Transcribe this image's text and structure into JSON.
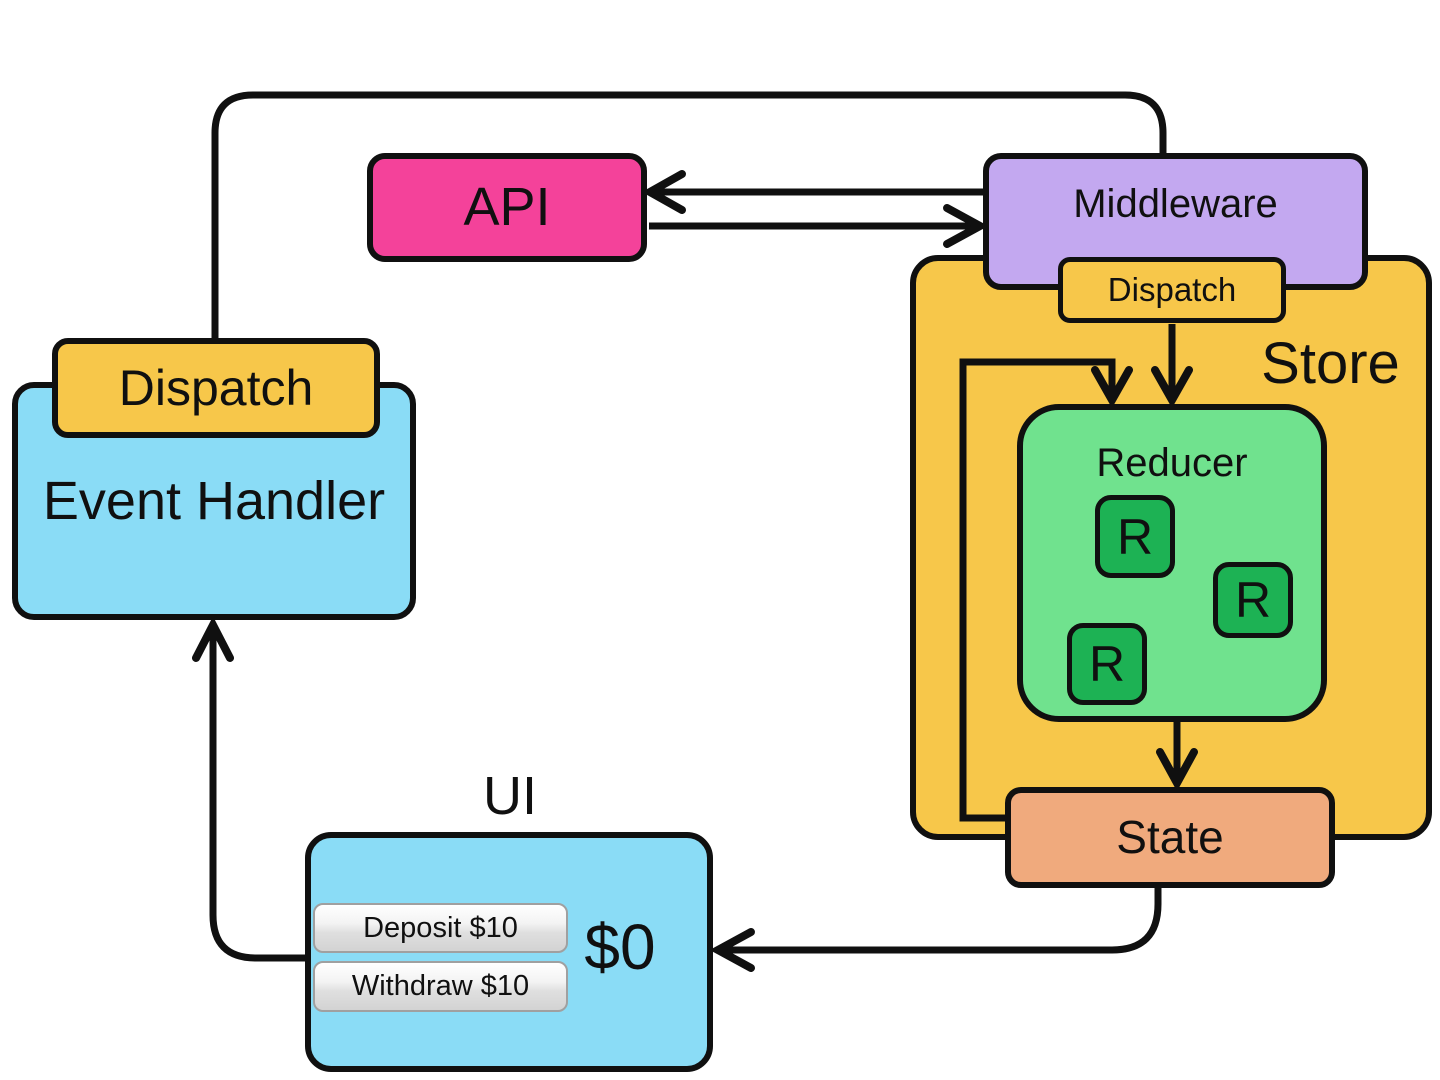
{
  "colors": {
    "line": "#101010",
    "api_pink": "#f4429a",
    "middleware_purple": "#c3a8f0",
    "store_gold": "#f7c74a",
    "reducer_green": "#70e28e",
    "r_chip_green": "#1db254",
    "state_orange": "#f0aa7d",
    "ui_blue": "#8adcf6"
  },
  "nodes": {
    "api": {
      "label": "API"
    },
    "middleware": {
      "label": "Middleware"
    },
    "store": {
      "label": "Store"
    },
    "store_dispatch": {
      "label": "Dispatch"
    },
    "reducer": {
      "label": "Reducer",
      "r_items": [
        "R",
        "R",
        "R"
      ]
    },
    "state": {
      "label": "State"
    },
    "event_dispatch": {
      "label": "Dispatch"
    },
    "event_handler": {
      "label": "Event Handler"
    },
    "ui": {
      "label": "UI",
      "buttons": [
        {
          "label": "Deposit $10"
        },
        {
          "label": "Withdraw $10"
        }
      ],
      "balance": "$0"
    }
  }
}
